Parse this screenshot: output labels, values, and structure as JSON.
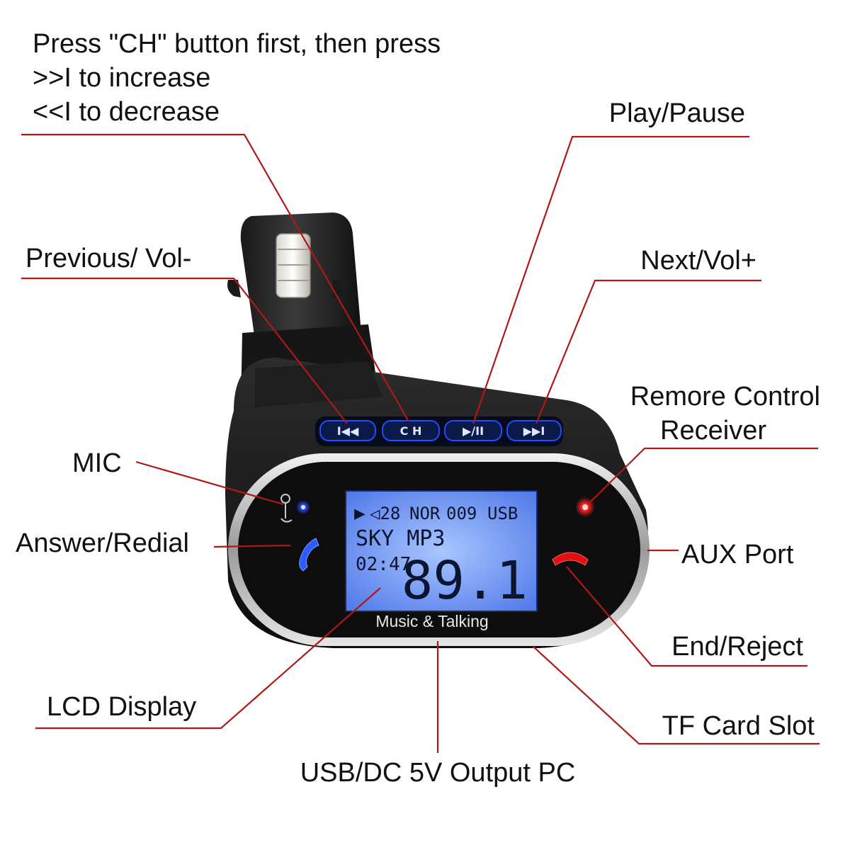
{
  "callouts": {
    "ch_instructions": {
      "line1": "Press \"CH\" button first, then press",
      "line2": ">>I to increase",
      "line3": "<<I to decrease"
    },
    "play_pause": "Play/Pause",
    "previous_vol": "Previous/ Vol-",
    "next_vol": "Next/Vol+",
    "remote_receiver": {
      "line1": "Remore Control",
      "line2": "Receiver"
    },
    "mic": "MIC",
    "answer_redial": "Answer/Redial",
    "aux_port": "AUX Port",
    "end_reject": "End/Reject",
    "lcd_display": "LCD Display",
    "tf_card_slot": "TF Card Slot",
    "usb_output": "USB/DC 5V Output PC"
  },
  "device": {
    "buttons": {
      "prev": "I◀◀",
      "ch": "C H",
      "play": "▶/II",
      "next": "▶▶I"
    },
    "lcd": {
      "row1_play": "▶",
      "row1_vol": "◁28",
      "row1_eq": "NOR",
      "row1_track": "009",
      "row1_src": "USB",
      "row2": "SKY MP3",
      "time": "02:47",
      "frequency": "89.1"
    },
    "brand_text": "Music & Talking"
  },
  "colors": {
    "leader": "#b01818",
    "button_glow": "#1e4cff",
    "lcd_blue": "#8fb4ff",
    "answer_icon": "#2b5cff",
    "end_icon": "#e01010",
    "led_red": "#ff2020",
    "led_blue": "#2a4cff"
  }
}
